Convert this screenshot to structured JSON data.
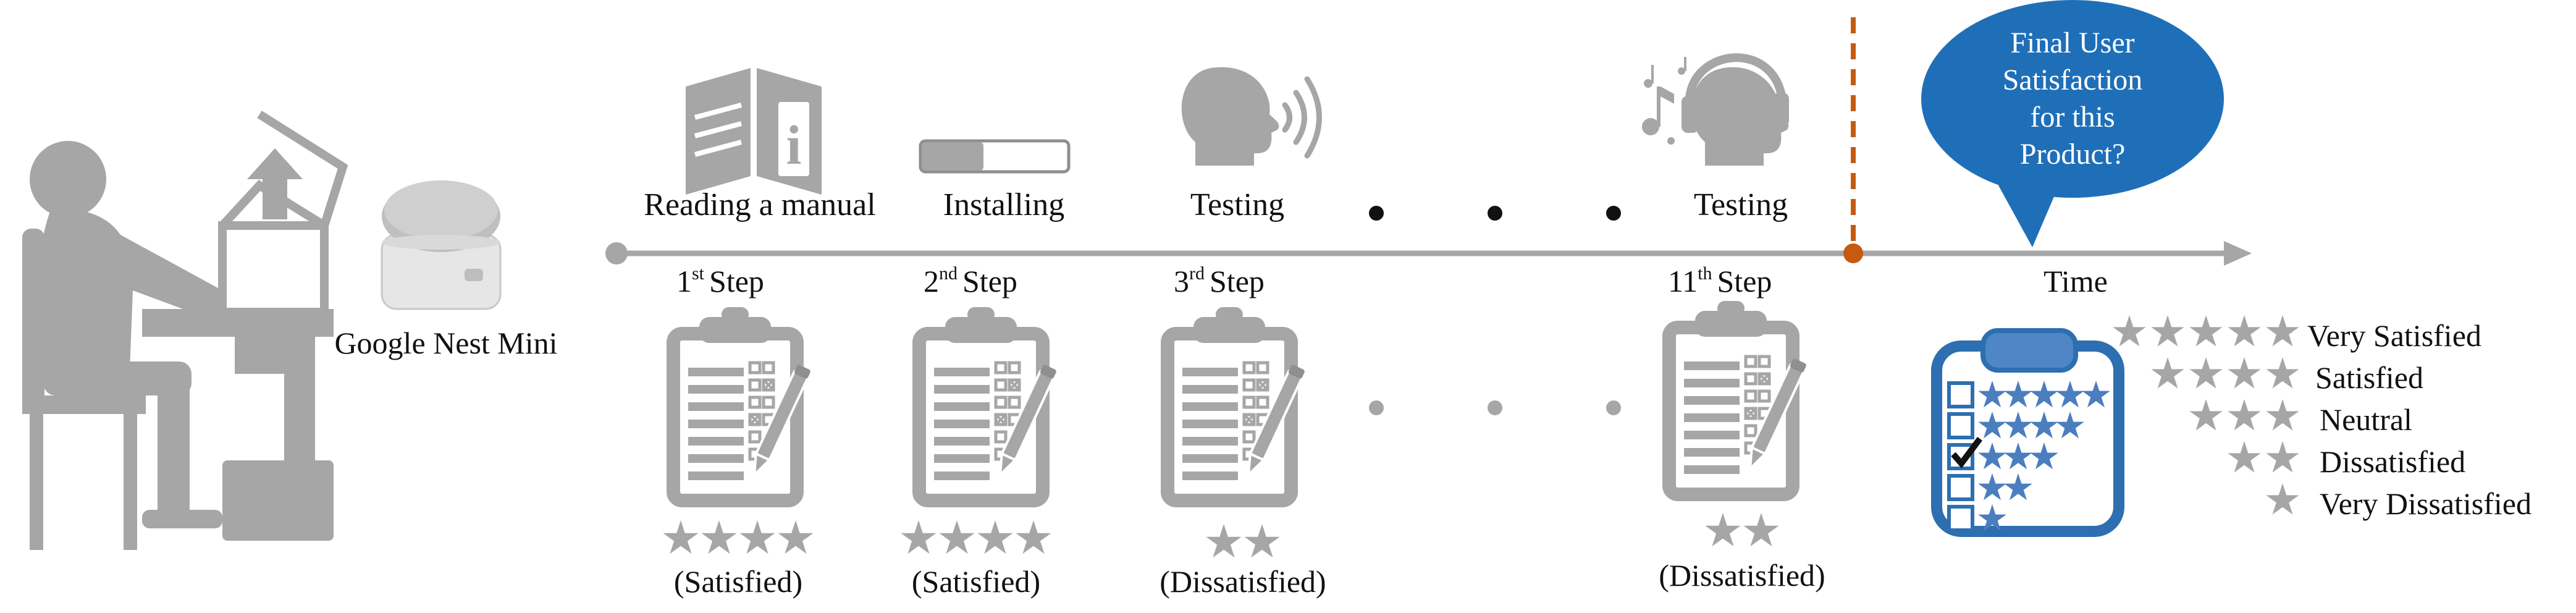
{
  "colors": {
    "gray": "#a6a6a6",
    "dark_gray": "#8f8f8f",
    "text": "#111111",
    "orange": "#c55a11",
    "blue": "#1f6fb8",
    "blue_light": "#4f86c6",
    "star_gray": "#a6a6a6",
    "star_blue": "#4a7ebf"
  },
  "product": {
    "label": "Google Nest Mini"
  },
  "activities": [
    {
      "label": "Reading a manual",
      "icon": "manual-book-icon"
    },
    {
      "label": "Installing",
      "icon": "installing-bar-icon"
    },
    {
      "label": "Testing",
      "icon": "speaking-head-icon"
    },
    {
      "label": "Testing",
      "icon": "headphones-music-icon"
    }
  ],
  "timeline": {
    "steps": [
      {
        "num": "1",
        "sup": "st",
        "word": "Step",
        "rating": 4,
        "label": "(Satisfied)"
      },
      {
        "num": "2",
        "sup": "nd",
        "word": "Step",
        "rating": 4,
        "label": "(Satisfied)"
      },
      {
        "num": "3",
        "sup": "rd",
        "word": "Step",
        "rating": 2,
        "label": "(Dissatisfied)"
      },
      {
        "num": "11",
        "sup": "th",
        "word": "Step",
        "rating": 2,
        "label": "(Dissatisfied)"
      }
    ],
    "axis_label": "Time",
    "ellipsis": "• • •"
  },
  "bubble": {
    "lines": [
      "Final User",
      "Satisfaction",
      "for this",
      "Product?"
    ]
  },
  "legend": [
    {
      "stars": 5,
      "label": "Very Satisfied"
    },
    {
      "stars": 4,
      "label": "Satisfied"
    },
    {
      "stars": 3,
      "label": "Neutral"
    },
    {
      "stars": 2,
      "label": "Dissatisfied"
    },
    {
      "stars": 1,
      "label": "Very Dissatisfied"
    }
  ]
}
